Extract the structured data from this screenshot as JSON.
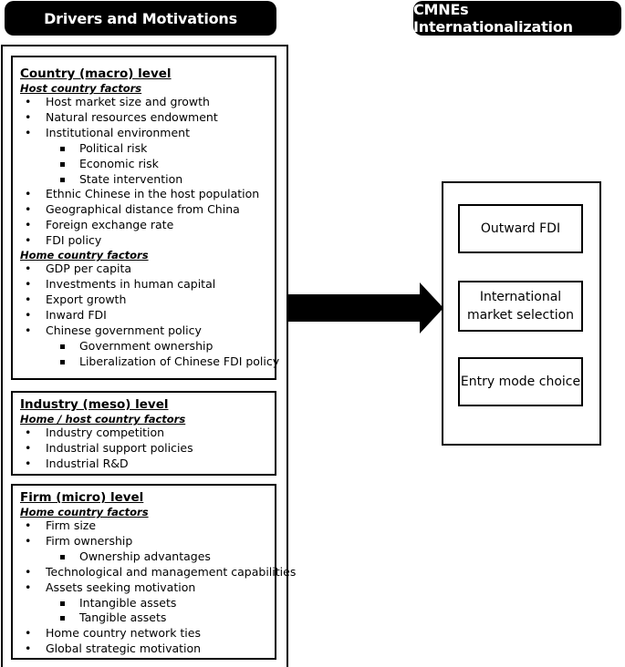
{
  "headers": {
    "left": "Drivers and Motivations",
    "right": "CMNEs Internationalization"
  },
  "sections": [
    {
      "title": "Country (macro) level",
      "groups": [
        {
          "subtitle": "Host country factors",
          "items": [
            {
              "text": "Host market size and growth",
              "level": 1
            },
            {
              "text": "Natural resources endowment",
              "level": 1
            },
            {
              "text": "Institutional environment",
              "level": 1
            },
            {
              "text": "Political risk",
              "level": 2
            },
            {
              "text": "Economic risk",
              "level": 2
            },
            {
              "text": "State intervention",
              "level": 2
            },
            {
              "text": "Ethnic Chinese in the host population",
              "level": 1
            },
            {
              "text": "Geographical distance from China",
              "level": 1
            },
            {
              "text": "Foreign exchange rate",
              "level": 1
            },
            {
              "text": "FDI policy",
              "level": 1
            }
          ]
        },
        {
          "subtitle": "Home country factors",
          "items": [
            {
              "text": "GDP per capita",
              "level": 1
            },
            {
              "text": "Investments in human capital",
              "level": 1
            },
            {
              "text": "Export growth",
              "level": 1
            },
            {
              "text": "Inward FDI",
              "level": 1
            },
            {
              "text": "Chinese government policy",
              "level": 1
            },
            {
              "text": "Government ownership",
              "level": 2
            },
            {
              "text": "Liberalization of Chinese FDI policy",
              "level": 2
            }
          ]
        }
      ]
    },
    {
      "title": "Industry (meso) level",
      "groups": [
        {
          "subtitle": "Home / host country factors",
          "items": [
            {
              "text": "Industry competition",
              "level": 1
            },
            {
              "text": "Industrial support policies",
              "level": 1
            },
            {
              "text": "Industrial R&D",
              "level": 1
            }
          ]
        }
      ]
    },
    {
      "title": "Firm (micro) level",
      "groups": [
        {
          "subtitle": "Home country factors",
          "items": [
            {
              "text": "Firm size",
              "level": 1
            },
            {
              "text": "Firm ownership",
              "level": 1
            },
            {
              "text": "Ownership advantages",
              "level": 2
            },
            {
              "text": "Technological  and management capabilities",
              "level": 1
            },
            {
              "text": "Assets seeking motivation",
              "level": 1
            },
            {
              "text": "Intangible assets",
              "level": 2
            },
            {
              "text": "Tangible assets",
              "level": 2
            },
            {
              "text": "Home country network ties",
              "level": 1
            },
            {
              "text": "Global strategic motivation",
              "level": 1
            }
          ]
        }
      ]
    }
  ],
  "outcomes": [
    {
      "text": "Outward FDI"
    },
    {
      "text": "International market selection"
    },
    {
      "text": "Entry mode choice"
    }
  ]
}
